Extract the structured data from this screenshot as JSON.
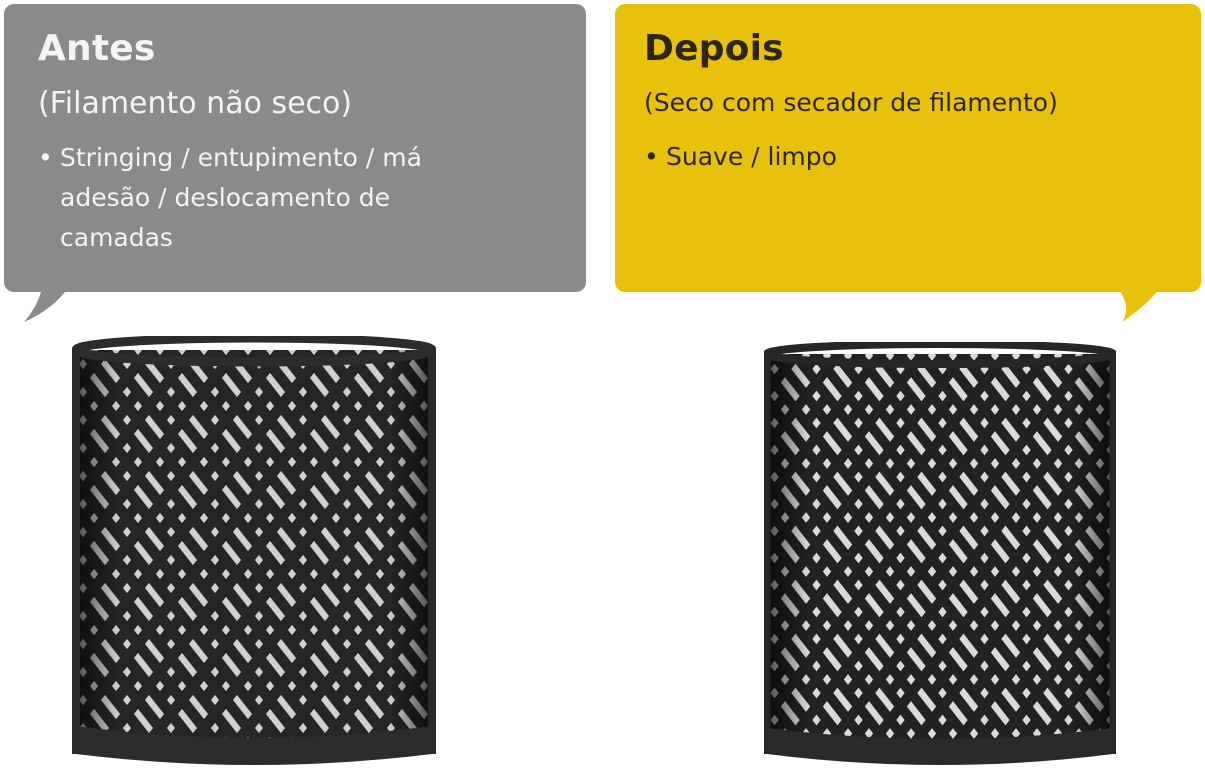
{
  "before": {
    "title": "Antes",
    "subtitle": "(Filamento não seco)",
    "bullet_marker": "•",
    "bullets": [
      "Stringing / entupimento / má adesão / deslocamento de camadas"
    ],
    "bubble_color": "#8a898b",
    "text_color": "#f4f4f4",
    "image_label": "3D printed lattice cylinder with stringing (black filament, not dried)"
  },
  "after": {
    "title": "Depois",
    "subtitle": "(Seco com secador de filamento)",
    "bullet_marker": "•",
    "bullets": [
      "Suave / limpo"
    ],
    "bubble_color": "#e8c10c",
    "text_color": "#2b2616",
    "image_label": "3D printed lattice cylinder, clean print (black filament, dried)"
  },
  "filament_color": "#2a2a2a"
}
